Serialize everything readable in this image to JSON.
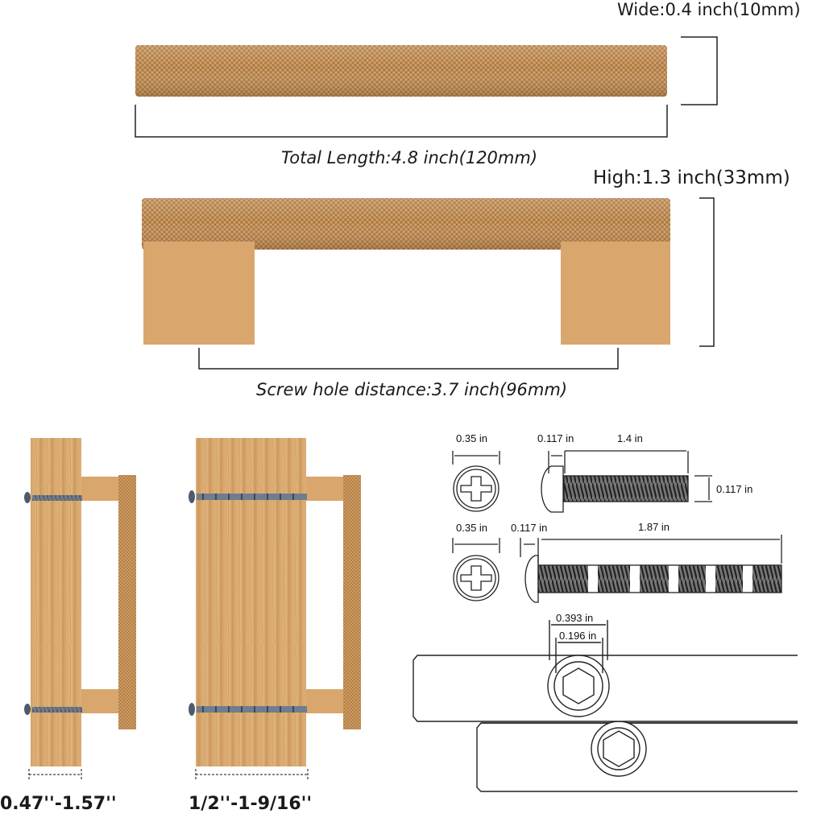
{
  "colors": {
    "brass_light": "#d9a66e",
    "brass_mid": "#c58e55",
    "brass_dark": "#9b6a3a",
    "wood_light": "#dcb17a",
    "wood_dark": "#c1894d",
    "screw": "#6f7d8f",
    "line": "#222222"
  },
  "top_handle": {
    "wide_label": "Wide:0.4 inch(10mm)",
    "length_label": "Total Length:4.8 inch(120mm)"
  },
  "side_handle": {
    "high_label": "High:1.3 inch(33mm)",
    "screw_hole_label": "Screw hole distance:3.7 inch(96mm)"
  },
  "installation": {
    "short_screw_range": "0.47''-1.57''",
    "long_screw_range": "1/2''-1-9/16''"
  },
  "screw_specs": {
    "short_head_diameter": "0.35 in",
    "short_head_thickness": "0.117 in",
    "short_length": "1.4 in",
    "short_thread_diameter": "0.117 in",
    "long_head_diameter": "0.35 in",
    "long_head_thickness": "0.117 in",
    "long_length": "1.87 in"
  },
  "hole_specs": {
    "outer_diameter": "0.393 in",
    "inner_diameter": "0.196 in"
  }
}
